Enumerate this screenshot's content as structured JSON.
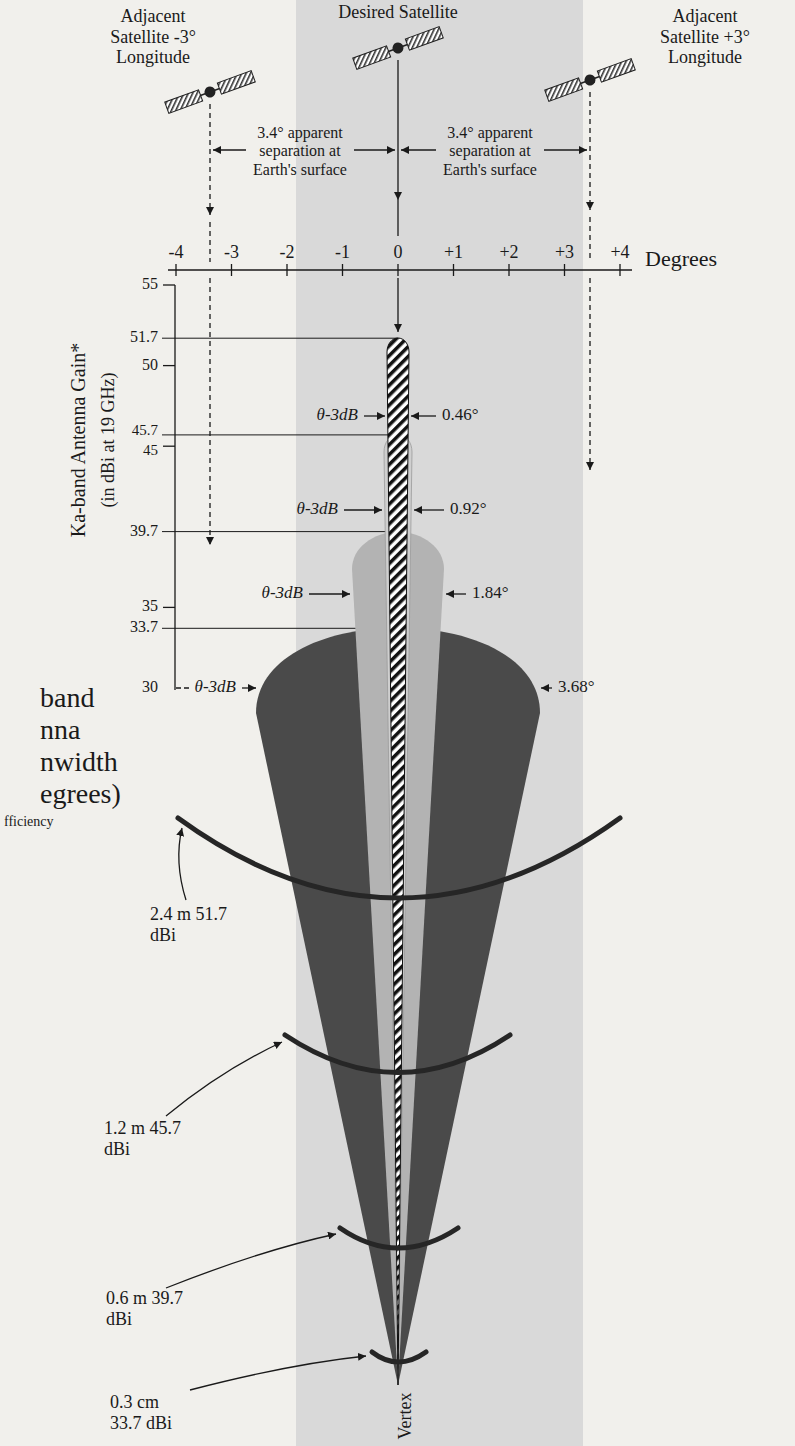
{
  "diagram": {
    "labels": [
      "Adjacent Satellite -3° Longitude",
      "Desired Satellite",
      "Adjacent Satellite +3° Longitude",
      "3.4° apparent separation at Earth's surface",
      "3.4° apparent separation at Earth's surface",
      "-4",
      "-3",
      "-2",
      "-1",
      "0",
      "+1",
      "+2",
      "+3",
      "+4",
      "Degrees",
      "55",
      "51.7",
      "50",
      "45.7",
      "45",
      "39.7",
      "35",
      "33.7",
      "30",
      "Ka-band Antenna Gain*",
      "(in dBi at 19 GHz)",
      "θ-3dB",
      "0.46°",
      "θ-3dB",
      "0.92°",
      "θ-3dB",
      "1.84°",
      "θ-3dB",
      "3.68°",
      "band",
      "nna",
      "nwidth",
      "egrees)",
      "fficiency",
      "2.4 m 51.7 dBi",
      "1.2 m 45.7 dBi",
      "0.6 m 39.7 dBi",
      "0.3 cm 33.7 dBi",
      "Vertex"
    ]
  }
}
